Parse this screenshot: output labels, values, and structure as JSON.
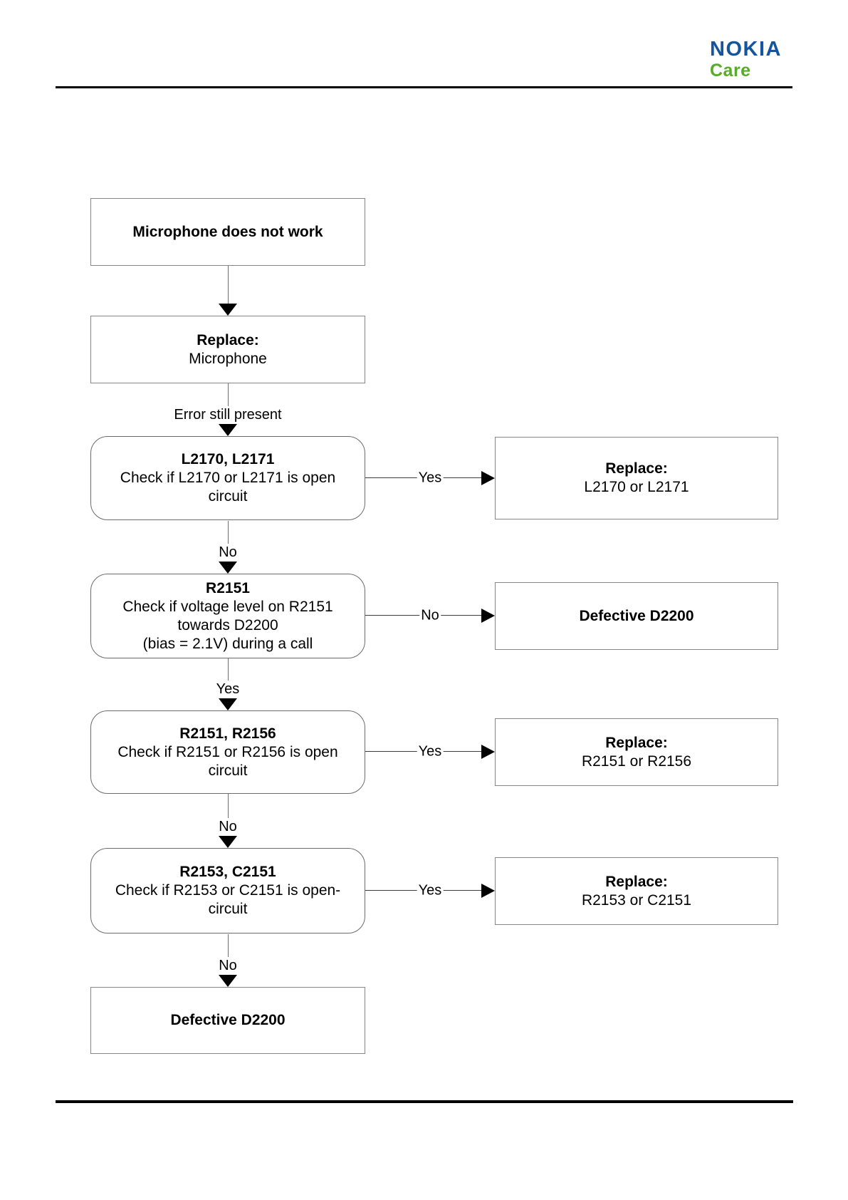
{
  "header": {
    "brand": "NOKIA",
    "brand_color": "#15549e",
    "product": "Care",
    "product_color": "#56ab27"
  },
  "flowchart": {
    "left_column": [
      {
        "id": "start",
        "shape": "rect",
        "title": "Microphone does not work",
        "body": ""
      },
      {
        "id": "replace-microphone",
        "shape": "rect",
        "title": "Replace:",
        "body": "Microphone"
      },
      {
        "id": "check-l2170-l2171",
        "shape": "rounded",
        "title": "L2170, L2171",
        "body": "Check if L2170 or L2171 is open\ncircuit"
      },
      {
        "id": "check-r2151-voltage",
        "shape": "rounded",
        "title": "R2151",
        "body": "Check if voltage level on R2151\ntowards D2200\n(bias = 2.1V) during a call"
      },
      {
        "id": "check-r2151-r2156",
        "shape": "rounded",
        "title": "R2151, R2156",
        "body": "Check if  R2151 or R2156 is open\ncircuit"
      },
      {
        "id": "check-r2153-c2151",
        "shape": "rounded",
        "title": "R2153, C2151",
        "body": "Check if R2153 or C2151 is open-\ncircuit"
      },
      {
        "id": "defective-d2200-final",
        "shape": "rect",
        "title": "Defective D2200",
        "body": ""
      }
    ],
    "right_column": [
      {
        "id": "replace-l2170-l2171",
        "title": "Replace:",
        "body": "L2170 or L2171"
      },
      {
        "id": "defective-d2200",
        "title": "Defective D2200",
        "body": ""
      },
      {
        "id": "replace-r2151-r2156",
        "title": "Replace:",
        "body": "R2151 or R2156"
      },
      {
        "id": "replace-r2153-c2151",
        "title": "Replace:",
        "body": "R2153 or C2151"
      }
    ],
    "down_labels": [
      "",
      "Error still present",
      "No",
      "Yes",
      "No",
      "No"
    ],
    "side_labels": [
      "Yes",
      "No",
      "Yes",
      "Yes"
    ]
  }
}
